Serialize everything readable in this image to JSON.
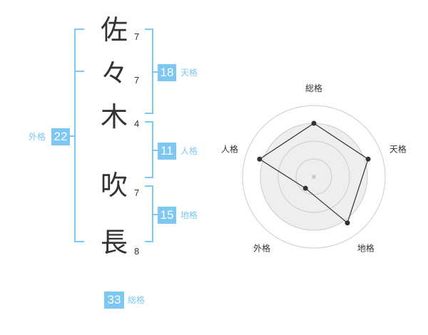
{
  "name_chars": [
    {
      "char": "佐",
      "strokes": "7"
    },
    {
      "char": "々",
      "strokes": "7"
    },
    {
      "char": "木",
      "strokes": "4"
    },
    {
      "char": "吹",
      "strokes": "7"
    },
    {
      "char": "長",
      "strokes": "8"
    }
  ],
  "groups": {
    "tenkaku": {
      "value": "18",
      "label": "天格"
    },
    "jinkaku": {
      "value": "11",
      "label": "人格"
    },
    "chikaku": {
      "value": "15",
      "label": "地格"
    },
    "gaikaku": {
      "value": "22",
      "label": "外格"
    },
    "soukaku": {
      "value": "33",
      "label": "総格"
    }
  },
  "colors": {
    "accent": "#7dc7f3",
    "text": "#333333",
    "radar_fill": "#eeeeee",
    "radar_ring": "#cccccc"
  },
  "chart_data": {
    "type": "radar",
    "axes": [
      "総格",
      "天格",
      "地格",
      "外格",
      "人格"
    ],
    "values": [
      0.75,
      0.8,
      0.8,
      0.2,
      0.8
    ],
    "range": [
      0,
      1
    ],
    "rings": 4
  }
}
